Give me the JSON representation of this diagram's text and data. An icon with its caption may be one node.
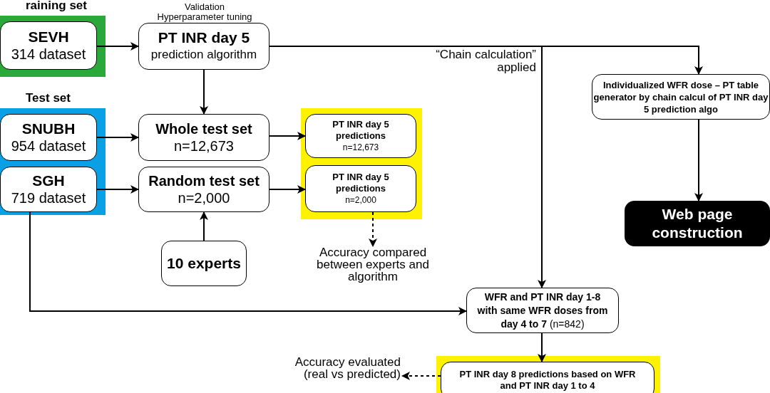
{
  "diagram": {
    "nodes": [
      {
        "text": [
          "raining set"
        ]
      },
      {
        "text": [
          "SEVH",
          "314 dataset"
        ],
        "in": 0
      },
      {
        "text": [
          "PT INR day 5",
          "prediction algorithm"
        ],
        "beside": [
          "Validation Hyperparameter tuning"
        ]
      },
      {
        "text": [
          "Test set"
        ]
      },
      {
        "text": [
          "SNUBH",
          "954 dataset"
        ],
        "in": 3
      },
      {
        "text": [
          "SGH",
          "719 dataset"
        ],
        "in": 3
      },
      {
        "text": [
          "Whole test set",
          "n=12,673"
        ]
      },
      {
        "text": [
          "Random test set",
          "n=2,000"
        ]
      },
      {
        "text": [
          "10 experts"
        ]
      },
      {
        "text": [],
        "shape": "box"
      },
      {
        "text": [
          "PT INR day 5 predictions",
          "n=12,673"
        ],
        "in": 9
      },
      {
        "text": [
          "PT INR day 5 predictions",
          "n=2,000"
        ],
        "in": 9
      },
      {
        "text": [
          "Accuracy compared between experts and algorithm"
        ]
      },
      {
        "text": [
          "Individualized WFR dose – PT table generator by chain calcul of PT INR day 5 prediction algo"
        ]
      },
      {
        "text": [
          "Web page construction"
        ]
      },
      {
        "text": [
          "**WFR and PT INR day 1-8 with same WFR doses from day 4 to 7** (n=842)"
        ]
      },
      {
        "text": [],
        "shape": "box"
      },
      {
        "text": [
          "PT INR day 8 predictions based on WFR and PT INR day 1 to 4"
        ],
        "in": 16
      },
      {
        "text": [
          "Accuracy evaluated (real vs predicted)"
        ]
      }
    ],
    "edges": [
      {
        "from": 1,
        "to": 2,
        "arrow": "to"
      },
      {
        "from": 2,
        "to": 6,
        "arrow": "to"
      },
      {
        "from": 2,
        "to": 13,
        "arrow": "to"
      },
      {
        "from": 2,
        "to": 15,
        "arrow": "to",
        "label": "“Chain calculation” applied"
      },
      {
        "from": 4,
        "to": 6,
        "arrow": "to"
      },
      {
        "from": 5,
        "to": 7,
        "arrow": "to"
      },
      {
        "from": 6,
        "to": 10,
        "arrow": "to"
      },
      {
        "from": 7,
        "to": 11,
        "arrow": "to"
      },
      {
        "from": 8,
        "to": 7,
        "arrow": "to"
      },
      {
        "from": 11,
        "to": 12,
        "arrow": "to",
        "style": "dashed"
      },
      {
        "from": 13,
        "to": 14,
        "arrow": "to"
      },
      {
        "from": 5,
        "to": 15,
        "arrow": "to"
      },
      {
        "from": 15,
        "to": 17,
        "arrow": "to"
      },
      {
        "from": 17,
        "to": 18,
        "arrow": "to",
        "style": "dashed"
      }
    ]
  }
}
